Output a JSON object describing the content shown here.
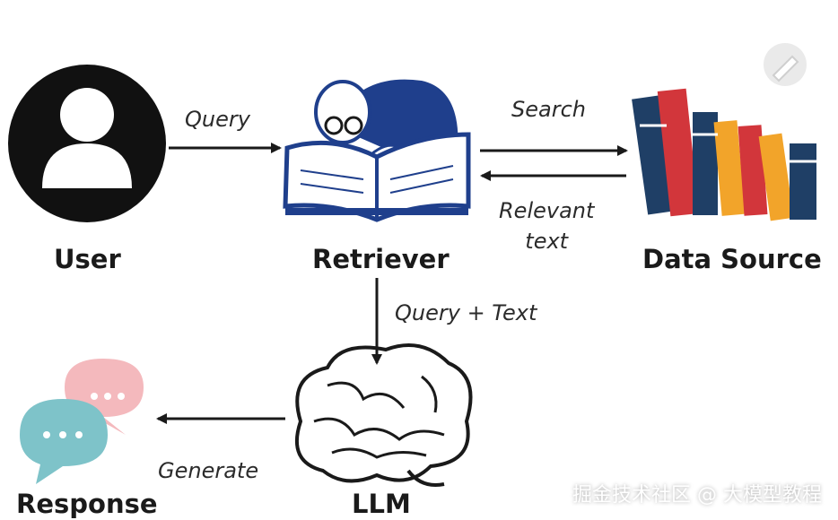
{
  "nodes": {
    "user": "User",
    "retriever": "Retriever",
    "data_source": "Data Source",
    "llm": "LLM",
    "response": "Response"
  },
  "edges": {
    "query": "Query",
    "search": "Search",
    "relevant_text_line1": "Relevant",
    "relevant_text_line2": "text",
    "query_text": "Query + Text",
    "generate": "Generate"
  },
  "watermark": "掘金技术社区 @ 大模型教程",
  "icons": {
    "user": "user-avatar-icon",
    "retriever": "person-reading-book-icon",
    "data_source": "books-icon",
    "llm": "brain-icon",
    "response": "chat-bubbles-icon",
    "edit": "pencil-icon"
  },
  "colors": {
    "user_icon": "#111111",
    "retriever_blue": "#1f3f8c",
    "book_red": "#d2363b",
    "book_navy": "#1f3f66",
    "book_orange": "#f2a42a",
    "bubble_pink": "#f4b9bd",
    "bubble_teal": "#7ec3c9"
  }
}
